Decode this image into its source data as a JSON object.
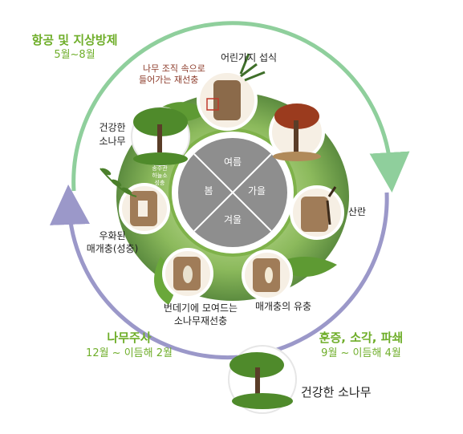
{
  "phases": {
    "aerial": {
      "title": "항공 및 지상방제",
      "period": "5월~8월"
    },
    "injection": {
      "title": "나무주사",
      "period": "12월 ~ 이듬해 2월"
    },
    "fumigation": {
      "title": "훈증, 소각, 파쇄",
      "period": "9월 ~ 이듬해 4월"
    }
  },
  "seasons": {
    "summer": "여름",
    "autumn": "가을",
    "winter": "겨울",
    "spring": "봄"
  },
  "stages": {
    "twig_feeding": "어린가지 섭식",
    "nematode_entry_line1": "나무 조직 속으로",
    "nematode_entry_line2": "들어가는 재선충",
    "healthy_pine_line1": "건강한",
    "healthy_pine_line2": "소나무",
    "oviposition": "산란",
    "larva_line1": "우화된",
    "larva_line2": "매개충(성충)",
    "mini_note_line1": "송수관",
    "mini_note_line2": "하늘소",
    "mini_note_line3": "성충",
    "gather_line1": "번데기에 모여드는",
    "gather_line2": "소나무재선충",
    "vector_larva": "매개충의 유충",
    "healthy_pine_bottom": "건강한 소나무"
  },
  "colors": {
    "green_arc": "#8fcf9c",
    "purple_arc": "#9b98c9",
    "title_green": "#6fae2a",
    "center_gray": "#8e8e8e",
    "brown_text": "#8c3b2a"
  }
}
